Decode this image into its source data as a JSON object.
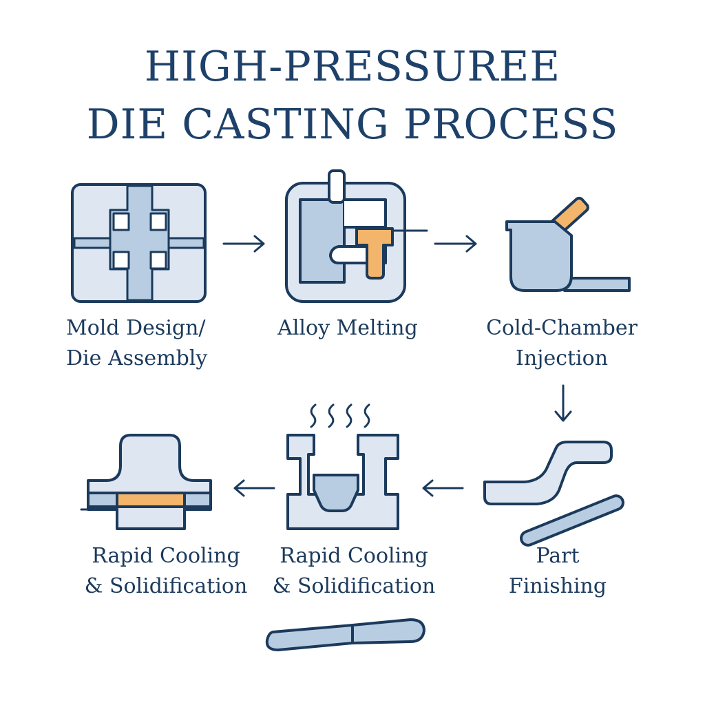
{
  "title": {
    "line1": "HIGH-PRESSUREE",
    "line2": "DIE CASTING PROCESS"
  },
  "steps": [
    {
      "line1": "Mold Design/",
      "line2": "Die Assembly"
    },
    {
      "line1": "Alloy Melting",
      "line2": ""
    },
    {
      "line1": "Cold-Chamber",
      "line2": "Injection"
    },
    {
      "line1": "Part",
      "line2": "Finishing"
    },
    {
      "line1": "Rapid Cooling",
      "line2": "& Solidification"
    },
    {
      "line1": "Rapid Cooling",
      "line2": "& Solidification"
    }
  ],
  "colors": {
    "outline": "#1b3a5c",
    "fill_light": "#dde6f1",
    "fill_mid": "#b9cde2",
    "accent": "#f2b56b",
    "title": "#1e416a"
  },
  "icons": [
    "mold-die-icon",
    "alloy-melting-icon",
    "cold-chamber-icon",
    "part-finishing-icon",
    "cooling-die-icon",
    "cooling-press-icon",
    "knife-icon"
  ]
}
